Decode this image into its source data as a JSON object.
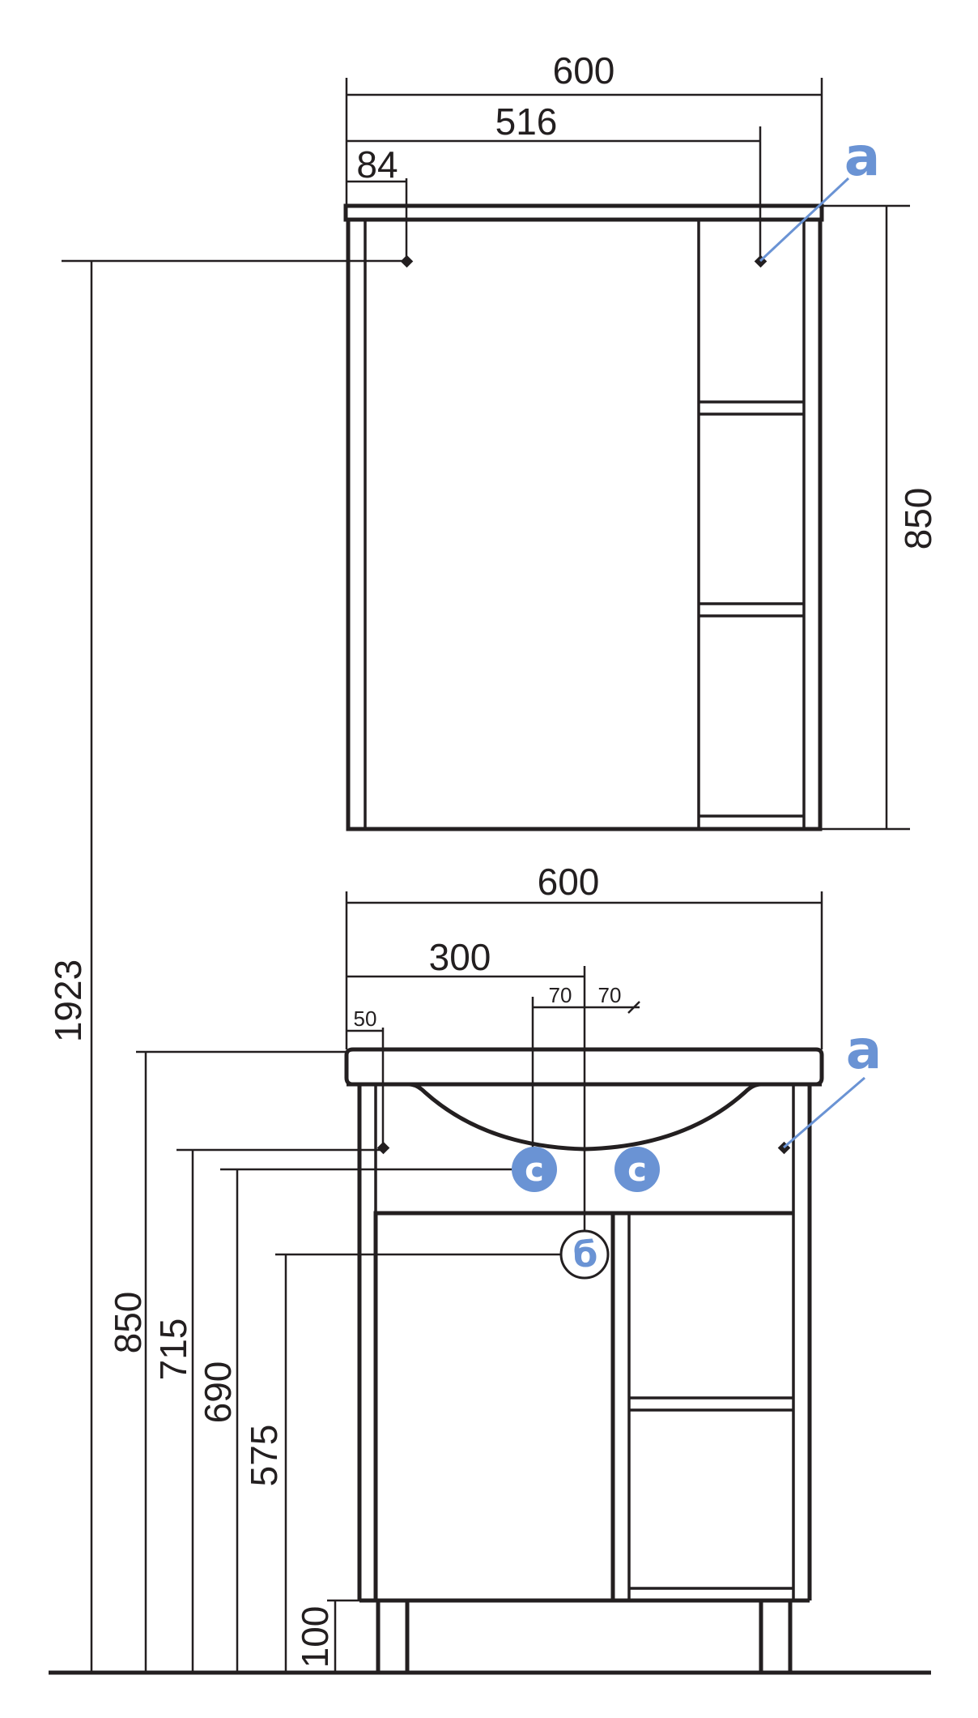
{
  "mirror": {
    "width_label": "600",
    "mount_span_label": "516",
    "left_offset_label": "84",
    "height_label": "850",
    "mount_label": "a"
  },
  "total_height_label": "1923",
  "vanity": {
    "width_label": "600",
    "center_label": "300",
    "left_offset_label": "70",
    "right_offset_label": "70",
    "mount_left_label": "50",
    "height_label": "850",
    "mount_height_label": "715",
    "supply_height_label": "690",
    "drain_height_label": "575",
    "leg_height_label": "100",
    "mount_label": "a",
    "supply_label": "c",
    "drain_label": "б"
  },
  "colors": {
    "line": "#231f20",
    "accent": "#6a93d4"
  }
}
